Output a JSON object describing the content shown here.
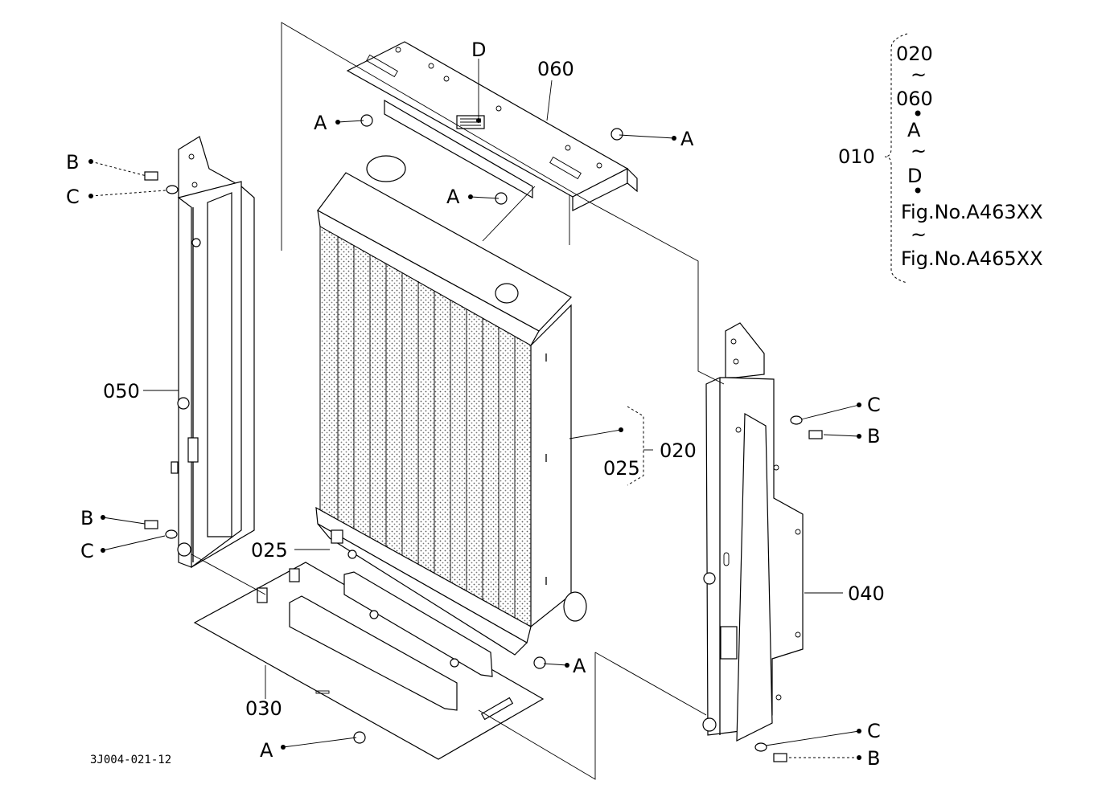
{
  "callouts": {
    "part_010": "010",
    "part_020": "020",
    "part_020_range": "020",
    "part_025_right": "025",
    "part_025_left": "025",
    "part_030": "030",
    "part_040": "040",
    "part_050": "050",
    "part_060": "060",
    "ref_a": "A",
    "ref_b": "B",
    "ref_c": "C",
    "ref_d": "D"
  },
  "assembly_note": {
    "line1": "020",
    "tilde": "~",
    "line2": "060",
    "bullet": "•",
    "line3": "A",
    "line4": "D",
    "line5": "Fig.No.A463XX",
    "line6": "Fig.No.A465XX"
  },
  "drawing_number": "3J004-021-12"
}
